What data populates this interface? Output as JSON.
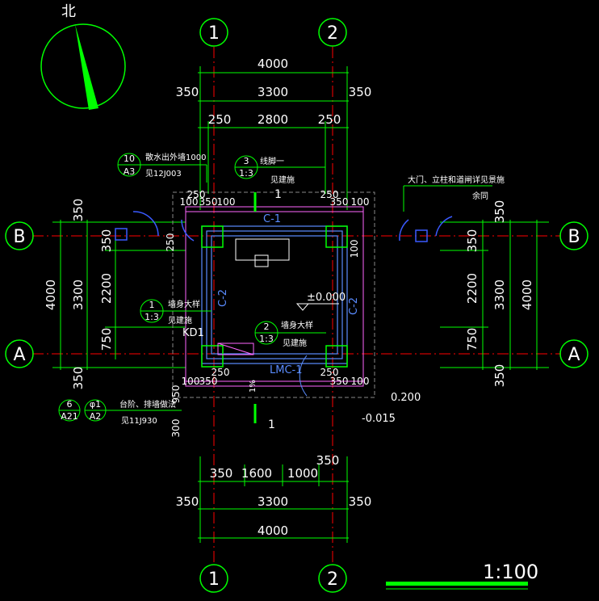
{
  "north_label": "北",
  "axes": {
    "col1": "1",
    "col2": "2",
    "rowA": "A",
    "rowB": "B"
  },
  "top_dims": {
    "overall": "4000",
    "left_edge": "350",
    "mid": "3300",
    "right_edge": "350",
    "inner_left": "250",
    "inner_mid": "2800",
    "inner_right": "250"
  },
  "bottom_dims": {
    "seg1": "350",
    "seg2": "1600",
    "seg3": "1000",
    "seg4": "350",
    "left_edge": "350",
    "mid": "3300",
    "right_edge": "350",
    "overall": "4000"
  },
  "left_dims": {
    "d350a": "350",
    "d350b": "350",
    "d2200": "2200",
    "d750": "750",
    "d3300": "3300",
    "d4000": "4000",
    "d350c": "350"
  },
  "right_dims": {
    "d350a": "350",
    "d350b": "350",
    "d2200": "2200",
    "d750": "750",
    "d3300": "3300",
    "d4000": "4000",
    "d350c": "350"
  },
  "small_dims": {
    "t250L": "250",
    "t100a": "100",
    "t350a": "350",
    "t100b": "100",
    "t250R": "250",
    "t350b": "350",
    "t100c": "100",
    "b250L": "250",
    "b100a": "100",
    "b350a": "350",
    "b250R": "250",
    "b350b": "350",
    "b100c": "100",
    "vL": "250",
    "vR": "100",
    "v950": "950",
    "v300": "300"
  },
  "labels": {
    "c1": "C-1",
    "c2_left": "C-2",
    "c2_right": "C-2",
    "lmc": "LMC-1",
    "kd1": "KD1",
    "elev0": "±0.000",
    "elev200": "0.200",
    "elev015": "-0.015",
    "slope": "1%",
    "section_mark": "1",
    "section_mark2": "1"
  },
  "callouts": {
    "c10": {
      "num": "10",
      "sheet": "A3",
      "text1": "散水出外墙1000",
      "text2": "见12J003"
    },
    "c3": {
      "num": "3",
      "sheet": "1:3",
      "text1": "线脚一",
      "text2": "见建施"
    },
    "c1": {
      "num": "1",
      "sheet": "1:3",
      "text1": "墙身大样",
      "text2": "见建施"
    },
    "c2": {
      "num": "2",
      "sheet": "1:3",
      "text1": "墙身大样",
      "text2": "见建施"
    },
    "c6": {
      "num": "6",
      "sheet": "A21",
      "num2": "φ1",
      "sheet2": "A2",
      "text1": "台阶、排墙做法",
      "text2": "见11J930"
    },
    "gate": {
      "text1": "大门、立柱和道闸详见景施",
      "text2": "余同"
    }
  },
  "scale": "1:100",
  "colors": {
    "dim": "#00ff00",
    "text": "#ffffff",
    "wall": "#5a8cff",
    "hatch": "#ff66ff",
    "axis": "#ff0000",
    "gate": "#3a5aff"
  }
}
